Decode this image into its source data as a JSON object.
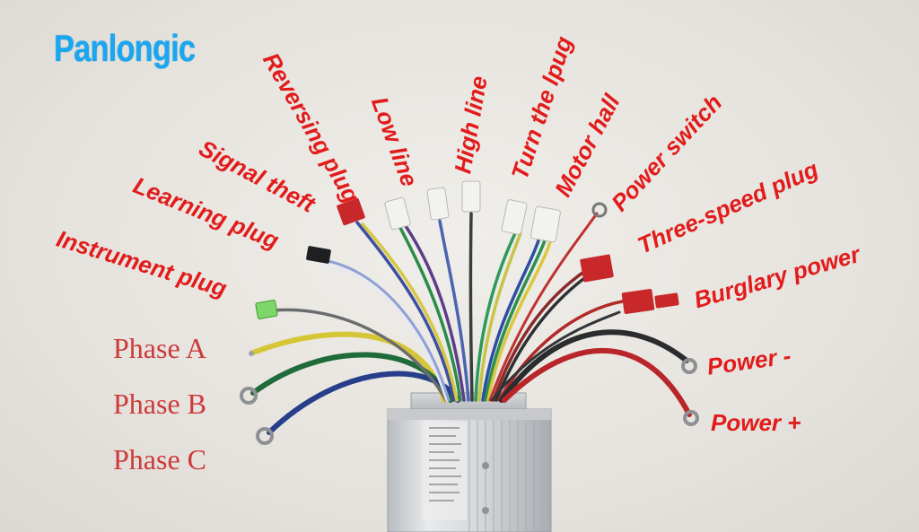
{
  "brand": "Panlongic",
  "labels": {
    "reversing_plug": "Reversing plug",
    "low_line": "Low line",
    "high_line": "High line",
    "turn_the_lpug": "Turn the lpug",
    "motor_hall": "Motor hall",
    "power_switch": "Power switch",
    "signal_theft": "Signal theft",
    "learning_plug": "Learning plug",
    "instrument_plug": "Instrument plug",
    "three_speed_plug": "Three-speed plug",
    "burglary_power": "Burglary power",
    "power_minus": "Power -",
    "power_plus": "Power +"
  },
  "phases": {
    "a": "Phase A",
    "b": "Phase B",
    "c": "Phase C"
  },
  "colors": {
    "label_red": "#e21b1b",
    "phase_red": "#cc3a3a",
    "brand_blue": "#1aa7f0"
  }
}
